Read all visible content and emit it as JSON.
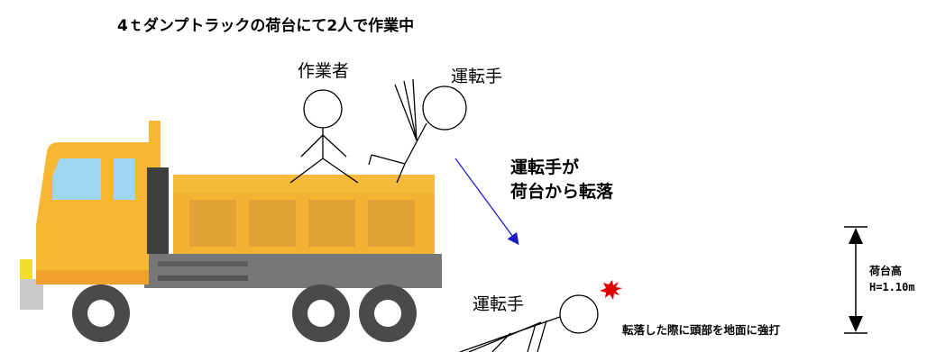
{
  "title": "4ｔダンプトラックの荷台にて2人で作業中",
  "labels": {
    "worker": "作業者",
    "driver_top": "運転手",
    "driver_bottom": "運転手"
  },
  "fall_caption": {
    "line1": "運転手が",
    "line2": "荷台から転落"
  },
  "height": {
    "label1": "荷台高",
    "label2": "H=1.10m"
  },
  "impact_note": "転落した際に頭部を地面に強打",
  "colors": {
    "truck_body": "#f2b233",
    "truck_panel": "#e3a236",
    "cab": "#f6b733",
    "window": "#9fd6f2",
    "chassis": "#707070",
    "arrow": "#1a1acc",
    "impact": "#e00000"
  }
}
